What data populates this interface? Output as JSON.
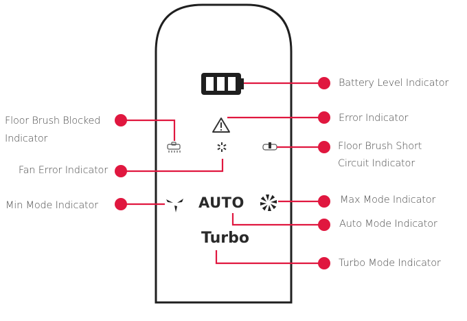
{
  "title": "Vacuum Display Panel Indicators",
  "panel": {
    "auto_text": "AUTO",
    "turbo_text": "Turbo",
    "battery_bars": 3
  },
  "labels": {
    "battery": "Battery Level Indicator",
    "error": "Error Indicator",
    "floor_brush_short_line1": "Floor Brush Short",
    "floor_brush_short_line2": "Circuit Indicator",
    "max_mode": "Max Mode Indicator",
    "auto_mode": "Auto Mode Indicator",
    "turbo_mode": "Turbo Mode Indicator",
    "floor_brush_blocked_line1": "Floor Brush Blocked",
    "floor_brush_blocked_line2": "Indicator",
    "fan_error": "Fan Error Indicator",
    "min_mode": "Min Mode Indicator"
  },
  "colors": {
    "callout": "#e0173f",
    "outline": "#1f1f1f",
    "text": "#4a4a4a"
  }
}
